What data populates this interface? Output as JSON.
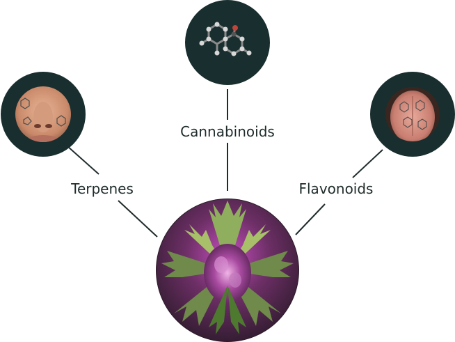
{
  "labels": {
    "cannabinoids": "Cannabinoids",
    "terpenes": "Terpenes",
    "flavonoids": "Flavonoids"
  },
  "colors": {
    "node_ring": "#192e2e",
    "connector": "#1f2b2b",
    "text": "#1f2b2b",
    "background": "#ffffff"
  },
  "icons": {
    "top": "molecule-icon",
    "left": "nose-icon",
    "right": "tongue-icon",
    "center": "cannabis-plant-photo"
  }
}
